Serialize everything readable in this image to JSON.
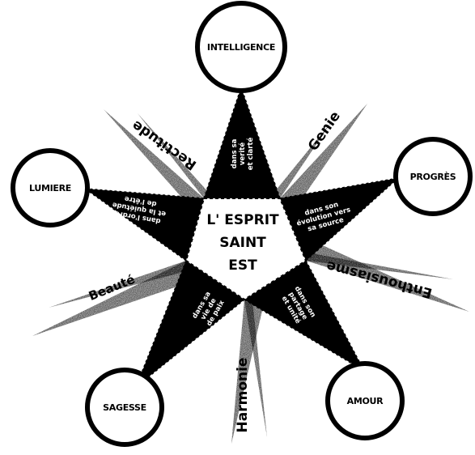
{
  "diagram": {
    "center_lines": [
      "L' ESPRIT",
      "SAINT",
      "EST"
    ],
    "circles": {
      "top": "INTELLIGENCE",
      "upper_right": "PROGRÈS",
      "upper_left": "LUMIERE",
      "lower_left": "SAGESSE",
      "lower_right": "AMOUR"
    },
    "rays": {
      "rectitude": "Rectitude",
      "genie": "Genie",
      "enthousiasme": "Enthousiasme",
      "harmonie": "Harmonie",
      "beaute": "Beauté"
    },
    "point_texts": {
      "top": [
        "dans sa",
        "verité",
        "et clarté"
      ],
      "right": [
        "dans son",
        "évolution vers",
        "sa source"
      ],
      "lower_right": [
        "dans son",
        "partage",
        "et unité"
      ],
      "lower_left": [
        "dans sa",
        "vie de",
        "de paix"
      ],
      "left": [
        "dans l'ordre",
        "et la quiétude",
        "de l'être"
      ]
    }
  }
}
